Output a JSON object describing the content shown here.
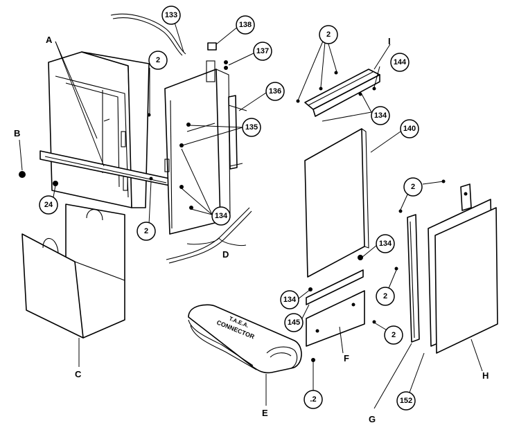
{
  "letters": {
    "A": "A",
    "B": "B",
    "C": "C",
    "D": "D",
    "E": "E",
    "F": "F",
    "G": "G",
    "H": "H",
    "I": "I"
  },
  "callouts": {
    "c133": "133",
    "c138": "138",
    "c137": "137",
    "c136": "136",
    "c135": "135",
    "c134_mid": "134",
    "c134_top": "134",
    "c134_right": "134",
    "c134_low": "134",
    "c144": "144",
    "c140": "140",
    "c145": "145",
    "c24": "24",
    "c152": "152",
    "c2_topbracket": "2",
    "c2_upper": "2",
    "c2_lower": "2",
    "c2_right_top": "2",
    "c2_right_mid": "2",
    "c2_right_low": "2",
    "c2_bottom": ".2"
  },
  "insulation_text": {
    "line1": "CONNECTOR",
    "line2": "T.A.E.A."
  }
}
